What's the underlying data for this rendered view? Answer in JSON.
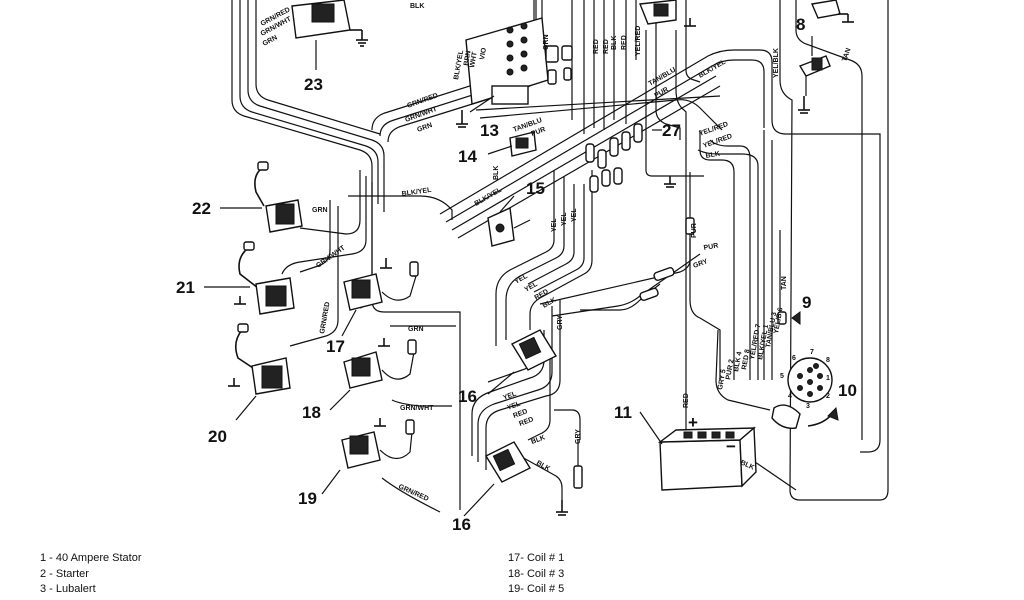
{
  "callouts": {
    "c8": "8",
    "c9": "9",
    "c10": "10",
    "c11": "11",
    "c13": "13",
    "c14": "14",
    "c15": "15",
    "c16a": "16",
    "c16b": "16",
    "c17": "17",
    "c18": "18",
    "c19": "19",
    "c20": "20",
    "c21": "21",
    "c22": "22",
    "c23": "23",
    "c27": "27"
  },
  "connector_pins": [
    "1",
    "2",
    "3",
    "4",
    "5",
    "6",
    "7",
    "8"
  ],
  "battery": {
    "plus": "+",
    "minus": "−"
  },
  "wire_labels": {
    "grn_red_top": "GRN/RED",
    "grn_wht_top": "GRN/WHT",
    "grn_top": "GRN",
    "blk_yel_a": "BLK/YEL",
    "brn": "BRN",
    "wht": "WHT",
    "vio": "VIO",
    "blk_top": "BLK",
    "grn_mid": "GRN",
    "red1": "RED",
    "red2": "RED",
    "red3": "RED",
    "yel_red_top": "YEL/RED",
    "blk_top2": "BLK",
    "yel_blk": "YEL/BLK",
    "tan": "TAN",
    "grn_red_13": "GRN/RED",
    "grn_wht_13": "GRN/WHT",
    "grn_13": "GRN",
    "tan_blu": "TAN/BLU",
    "pur": "PUR",
    "blk_yel_b": "BLK/YEL",
    "tan_blu_14": "TAN/BLU",
    "pur_14": "PUR",
    "yel_red_r": "YEL/RED",
    "yel_red_r2": "YEL/RED",
    "blk_r": "BLK",
    "blk_14": "BLK",
    "blk_yel_15": "BLK/YEL",
    "grn_22": "GRN",
    "blk_yel_mid": "BLK/YEL",
    "grn_wht_21": "GRN/WHT",
    "grn_red_20": "GRN/RED",
    "yel1": "YEL",
    "yel2": "YEL",
    "yel3": "YEL",
    "pur_r": "PUR",
    "pur_r2": "PUR",
    "gry_r": "GRY",
    "grn_17": "GRN",
    "grn_wht_18": "GRN/WHT",
    "grn_red_19": "GRN/RED",
    "yel_16": "YEL",
    "yel_16b": "YEL",
    "red_16": "RED",
    "blk_16": "BLK",
    "gry_16": "GRY",
    "yel_16l": "YEL",
    "yel_16l2": "YEL",
    "red_16l": "RED",
    "red_16l2": "RED",
    "blk_16l": "BLK",
    "blk_16l2": "BLK",
    "gry_16l": "GRY",
    "red_11": "RED",
    "blk_11": "BLK",
    "gry5": "GRY 5",
    "pur2": "PUR 2",
    "blk4": "BLK 4",
    "red8": "RED 8",
    "yel_red7": "YEL/RED 7",
    "blk_yel1": "BLK/YEL 1",
    "tan_blu3": "TAN/BLU 3",
    "yel_b6": "YEL/B 6",
    "tan_r": "TAN"
  },
  "legend_left": [
    "1 - 40 Ampere Stator",
    "2 - Starter",
    "3 - Lubalert"
  ],
  "legend_right": [
    "17- Coil # 1",
    "18- Coil # 3",
    "19- Coil # 5"
  ]
}
